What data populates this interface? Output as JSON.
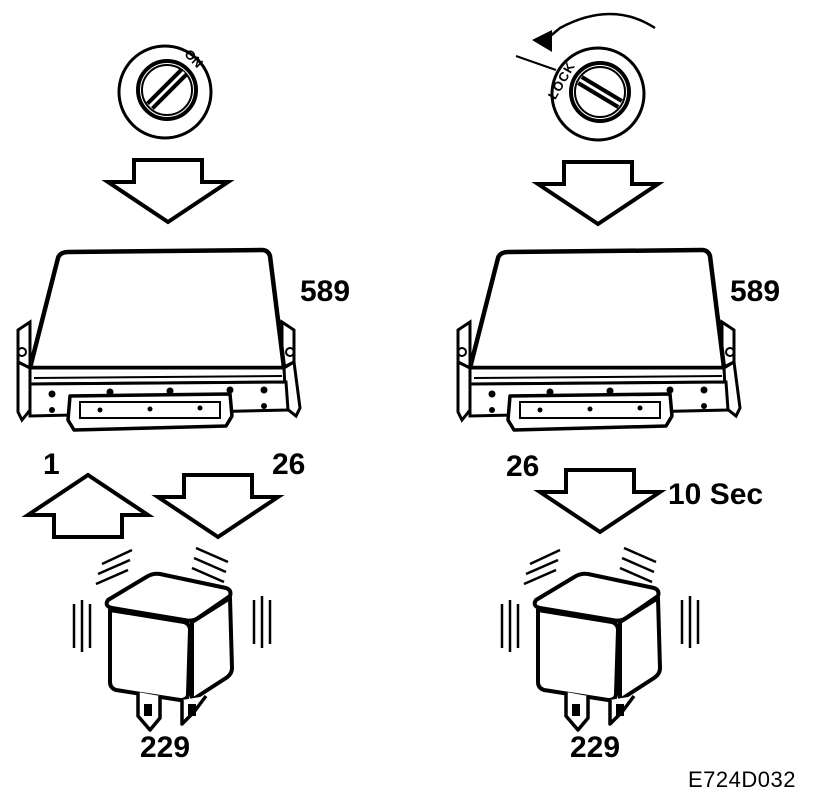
{
  "left_panel": {
    "switch_label": "ON",
    "ecu_number": "589",
    "pin_in": "1",
    "pin_out": "26",
    "relay_number": "229"
  },
  "right_panel": {
    "switch_label": "LOCK",
    "ecu_number": "589",
    "pin_out": "26",
    "delay": "10 Sec",
    "relay_number": "229"
  },
  "figure_code": "E724D032"
}
